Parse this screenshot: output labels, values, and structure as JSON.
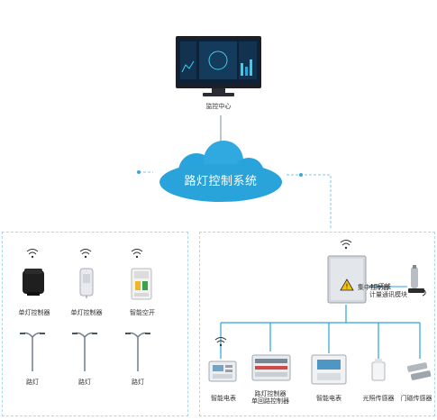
{
  "terminal": {
    "label": "监控中心"
  },
  "cloud": {
    "label": "路灯控制系统"
  },
  "left_panel": {
    "devices": [
      {
        "label": "单灯控制器",
        "icon": "nema-controller-icon"
      },
      {
        "label": "单灯控制器",
        "icon": "lamp-controller-icon"
      },
      {
        "label": "智能空开",
        "icon": "smart-breaker-icon"
      }
    ],
    "lamps": [
      {
        "label": "路灯"
      },
      {
        "label": "路灯"
      },
      {
        "label": "路灯"
      }
    ]
  },
  "right_panel": {
    "cabinet": {
      "label": "集中控制器"
    },
    "gateway": {
      "label_line1": "4G天线",
      "label_line2": "计量通讯模块"
    },
    "devices": [
      {
        "label": "智能电表"
      },
      {
        "label": "路灯控制器\n单回路控制器"
      },
      {
        "label": "智能电表"
      },
      {
        "label": "光照传感器"
      },
      {
        "label": "门磁传感器"
      }
    ]
  },
  "colors": {
    "cloud": "#29a3dc",
    "line": "#7ec8e3",
    "border": "#a9d8ec",
    "dot": "#3ba7d9"
  }
}
